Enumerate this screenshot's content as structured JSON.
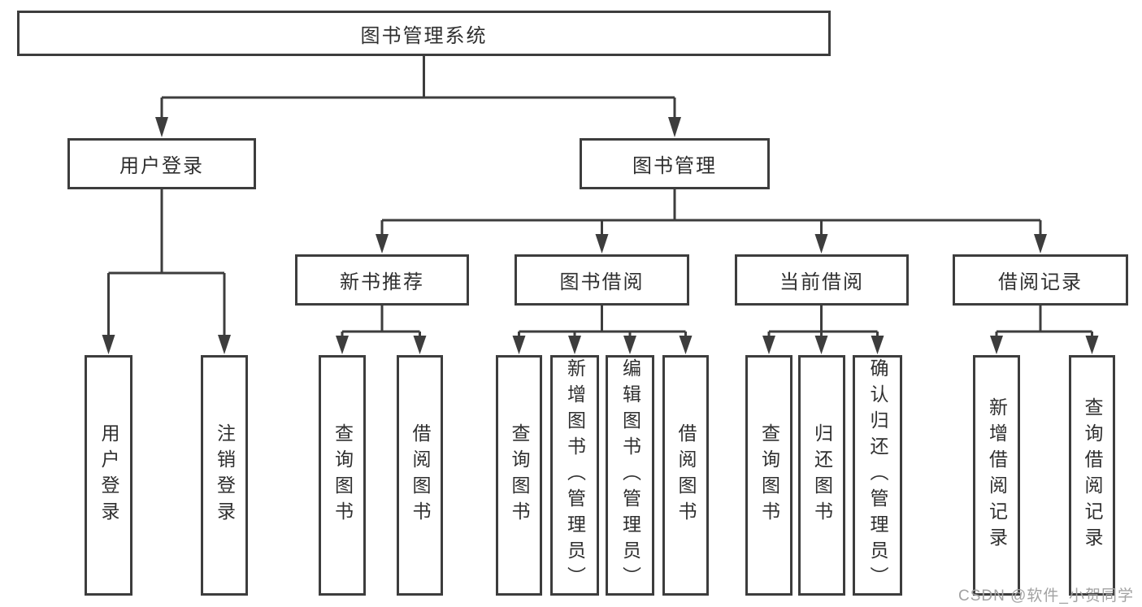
{
  "diagram": {
    "root": {
      "label": "图书管理系统"
    },
    "level2": [
      {
        "label": "用户登录"
      },
      {
        "label": "图书管理"
      }
    ],
    "level3": [
      {
        "label": "新书推荐"
      },
      {
        "label": "图书借阅"
      },
      {
        "label": "当前借阅"
      },
      {
        "label": "借阅记录"
      }
    ],
    "leaves": [
      {
        "label": "用户登录",
        "parent": "用户登录"
      },
      {
        "label": "注销登录",
        "parent": "用户登录"
      },
      {
        "label": "查询图书",
        "parent": "新书推荐"
      },
      {
        "label": "借阅图书",
        "parent": "新书推荐"
      },
      {
        "label": "查询图书",
        "parent": "图书借阅"
      },
      {
        "label": "新增图书（管理员）",
        "parent": "图书借阅"
      },
      {
        "label": "编辑图书（管理员）",
        "parent": "图书借阅"
      },
      {
        "label": "借阅图书",
        "parent": "图书借阅"
      },
      {
        "label": "查询图书",
        "parent": "当前借阅"
      },
      {
        "label": "归还图书",
        "parent": "当前借阅"
      },
      {
        "label": "确认归还（管理员）",
        "parent": "当前借阅"
      },
      {
        "label": "新增借阅记录",
        "parent": "借阅记录"
      },
      {
        "label": "查询借阅记录",
        "parent": "借阅记录"
      }
    ],
    "watermark": "CSDN @软件_小贺同学",
    "colors": {
      "line": "#3d3d3d",
      "text": "#2f2f2f",
      "watermark": "#a2a2a2",
      "background": "#ffffff"
    }
  }
}
